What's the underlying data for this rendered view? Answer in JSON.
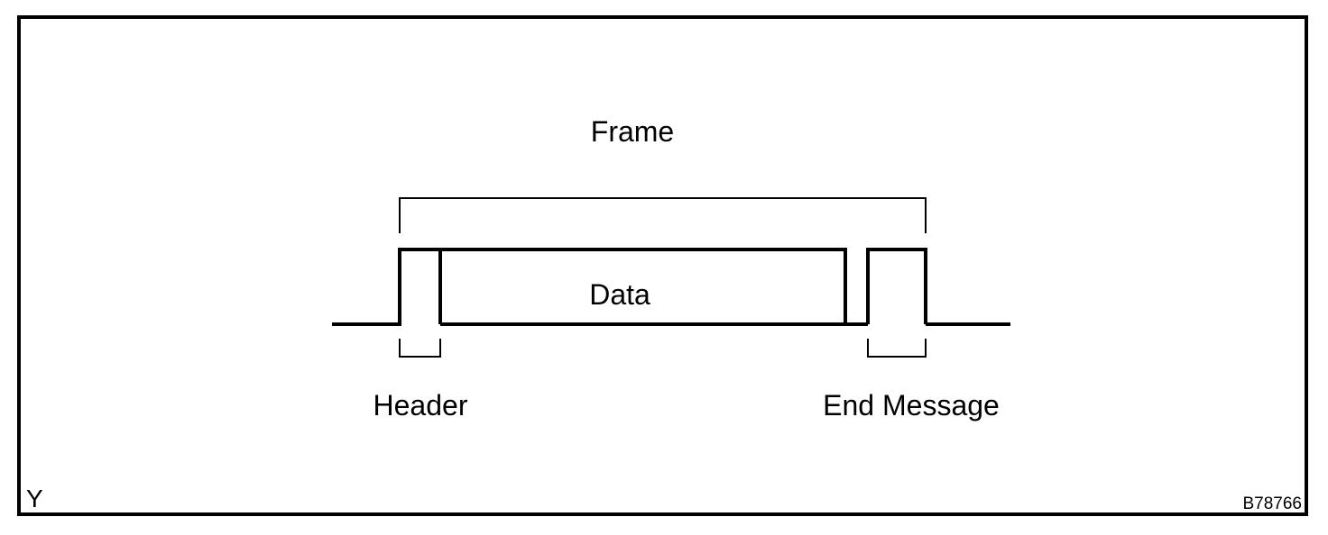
{
  "diagram": {
    "labels": {
      "frame": "Frame",
      "data": "Data",
      "header": "Header",
      "end_message": "End Message"
    },
    "corner_mark": "Y",
    "figure_code": "B78766",
    "colors": {
      "line": "#000000",
      "background": "#ffffff"
    },
    "structure": {
      "grouping": "Frame",
      "segments": [
        "Header",
        "Data",
        "End Message"
      ]
    }
  }
}
